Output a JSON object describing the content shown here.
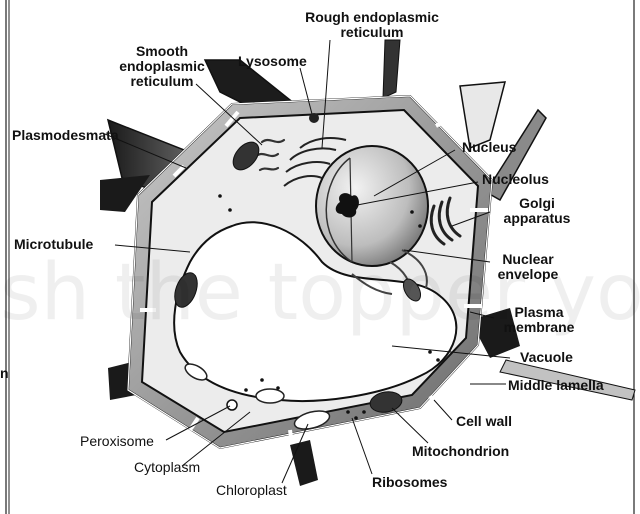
{
  "labels": {
    "rough_er": [
      "Rough endoplasmic",
      "reticulum"
    ],
    "smooth_er": [
      "Smooth",
      "endoplasmic",
      "reticulum"
    ],
    "lysosome": "Lysosome",
    "plasmodesmata": "Plasmodesmata",
    "nucleus": "Nucleus",
    "nucleolus": "Nucleolus",
    "golgi": [
      "Golgi",
      "apparatus"
    ],
    "microtubule": "Microtubule",
    "nuclear_envelope": [
      "Nuclear",
      "envelope"
    ],
    "plasma_membrane": [
      "Plasma",
      "membrane"
    ],
    "vacuole": "Vacuole",
    "middle_lamella": "Middle lamella",
    "cell_wall": "Cell wall",
    "mitochondrion": "Mitochondrion",
    "peroxisome": "Peroxisome",
    "cytoplasm": "Cytoplasm",
    "chloroplast": "Chloroplast",
    "ribosomes": "Ribosomes"
  },
  "edge_fragment": "n",
  "watermark": "sh the topper you",
  "colors": {
    "ink": "#111111",
    "wall": "#7d7d7d",
    "cell": "#ececec",
    "vacuole": "#ffffff"
  }
}
